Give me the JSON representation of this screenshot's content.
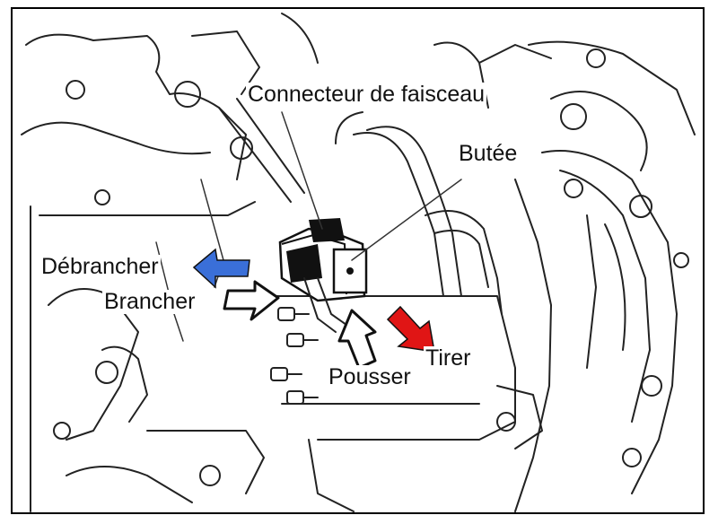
{
  "labels": {
    "harness_connector": "Connecteur de faisceau",
    "stop": "Butée",
    "disconnect": "Débrancher",
    "connect": "Brancher",
    "push": "Pousser",
    "pull": "Tirer"
  },
  "colors": {
    "disconnect_arrow": "#3a6fd8",
    "pull_arrow": "#e01515",
    "outline_arrow": "#ffffff",
    "line": "#222222"
  },
  "icons": {
    "disconnect": "arrow-left-blue",
    "connect": "arrow-right-outline",
    "push": "arrow-up-outline",
    "pull": "arrow-down-right-red"
  }
}
